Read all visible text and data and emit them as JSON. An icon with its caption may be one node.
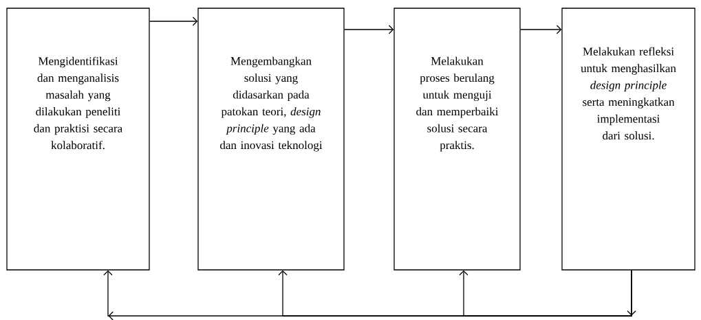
{
  "diagram": {
    "nodes": [
      {
        "text": [
          "Mengidentifikasi dan menganalisis masalah yang dilakukan peneliti dan praktisi secara kolaboratif."
        ]
      },
      {
        "text": [
          "Mengembangkan solusi yang didasarkan pada patokan teori, *design principle* yang ada dan inovasi teknologi"
        ]
      },
      {
        "text": [
          "Melakukan proses berulang untuk menguji dan memperbaiki solusi secara praktis."
        ]
      },
      {
        "text": [
          "Melakukan refleksi untuk menghasilkan *design principle* serta meningkatkan implementasi dari solusi."
        ]
      }
    ],
    "edges": [
      {
        "from": 0,
        "to": 1,
        "arrow": "to"
      },
      {
        "from": 1,
        "to": 2,
        "arrow": "to"
      },
      {
        "from": 2,
        "to": 3,
        "arrow": "to"
      },
      {
        "from": 3,
        "to": 0,
        "arrow": "to"
      },
      {
        "from": 3,
        "to": 1,
        "arrow": "to"
      },
      {
        "from": 3,
        "to": 2,
        "arrow": "to"
      }
    ]
  }
}
